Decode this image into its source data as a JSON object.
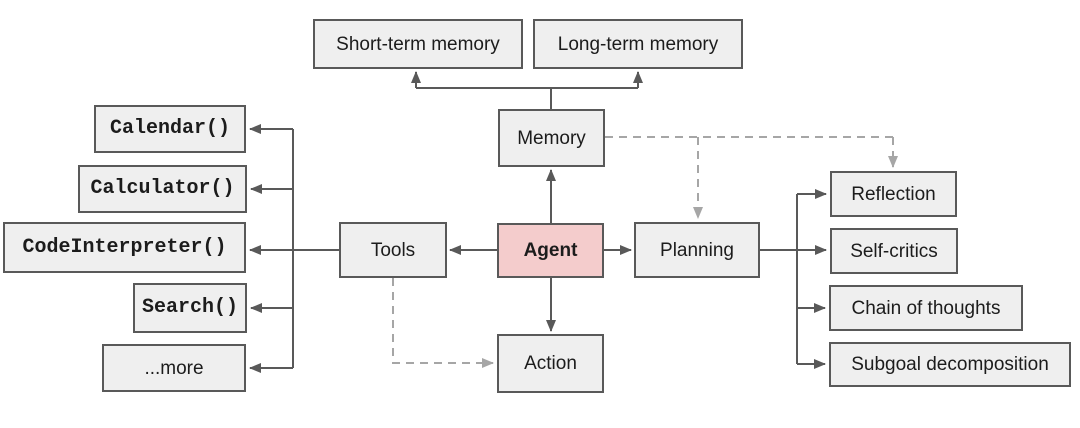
{
  "nodes": {
    "short_term_memory": {
      "label": "Short-term memory"
    },
    "long_term_memory": {
      "label": "Long-term memory"
    },
    "memory": {
      "label": "Memory"
    },
    "agent": {
      "label": "Agent"
    },
    "tools": {
      "label": "Tools"
    },
    "planning": {
      "label": "Planning"
    },
    "action": {
      "label": "Action"
    },
    "calendar": {
      "label": "Calendar()"
    },
    "calculator": {
      "label": "Calculator()"
    },
    "code_interpreter": {
      "label": "CodeInterpreter()"
    },
    "search": {
      "label": "Search()"
    },
    "more": {
      "label": "...more"
    },
    "reflection": {
      "label": "Reflection"
    },
    "self_critics": {
      "label": "Self-critics"
    },
    "chain_of_thoughts": {
      "label": "Chain of thoughts"
    },
    "subgoal_decomposition": {
      "label": "Subgoal decomposition"
    }
  },
  "colors": {
    "node_fill": "#efefef",
    "node_border": "#595959",
    "agent_fill": "#f4cccc",
    "solid_connector": "#595959",
    "dashed_connector": "#a6a6a6",
    "text": "#1c1c1c",
    "background": "#ffffff"
  },
  "edges": [
    {
      "from": "agent",
      "to": "memory",
      "style": "solid"
    },
    {
      "from": "agent",
      "to": "tools",
      "style": "solid"
    },
    {
      "from": "agent",
      "to": "planning",
      "style": "solid"
    },
    {
      "from": "agent",
      "to": "action",
      "style": "solid"
    },
    {
      "from": "memory",
      "to": "short_term_memory",
      "style": "solid"
    },
    {
      "from": "memory",
      "to": "long_term_memory",
      "style": "solid"
    },
    {
      "from": "tools",
      "to": "calendar",
      "style": "solid"
    },
    {
      "from": "tools",
      "to": "calculator",
      "style": "solid"
    },
    {
      "from": "tools",
      "to": "code_interpreter",
      "style": "solid"
    },
    {
      "from": "tools",
      "to": "search",
      "style": "solid"
    },
    {
      "from": "tools",
      "to": "more",
      "style": "solid"
    },
    {
      "from": "planning",
      "to": "reflection",
      "style": "solid"
    },
    {
      "from": "planning",
      "to": "self_critics",
      "style": "solid"
    },
    {
      "from": "planning",
      "to": "chain_of_thoughts",
      "style": "solid"
    },
    {
      "from": "planning",
      "to": "subgoal_decomposition",
      "style": "solid"
    },
    {
      "from": "memory",
      "to": "planning",
      "style": "dashed"
    },
    {
      "from": "memory",
      "to": "reflection",
      "style": "dashed"
    },
    {
      "from": "tools",
      "to": "action",
      "style": "dashed"
    }
  ]
}
